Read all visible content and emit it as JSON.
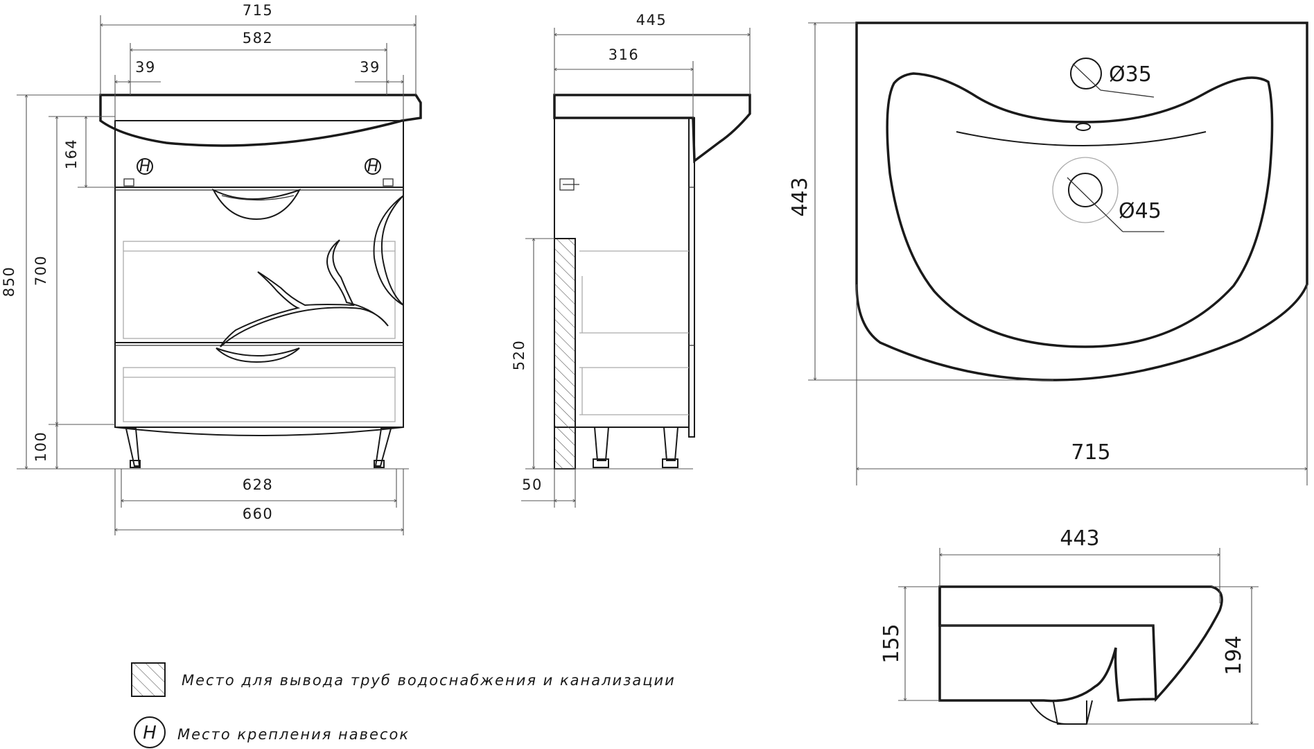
{
  "front_view": {
    "dims": {
      "overall_width": "715",
      "inner_width": "582",
      "left_offset": "39",
      "right_offset": "39",
      "total_height": "850",
      "cabinet_height": "700",
      "top_panel_height": "164",
      "leg_height": "100",
      "leg_span": "628",
      "body_width": "660"
    },
    "mount_symbol": "H"
  },
  "side_view": {
    "dims": {
      "overall_depth": "445",
      "body_depth": "316",
      "pipe_zone_height": "520",
      "pipe_zone_width": "50"
    }
  },
  "basin_top_view": {
    "dims": {
      "depth": "443",
      "width": "715",
      "tap_hole": "Ø35",
      "drain_hole": "Ø45"
    }
  },
  "basin_side_view": {
    "dims": {
      "depth": "443",
      "rim_height": "155",
      "total_height": "194"
    }
  },
  "legend": {
    "items": [
      {
        "symbol": "hatch",
        "text": "Место для вывода труб водоснабжения и канализации"
      },
      {
        "symbol": "H",
        "text": "Место крепления навесок"
      }
    ]
  },
  "colors": {
    "line": "#1a1a1a",
    "dimension": "#555555",
    "background": "#ffffff"
  }
}
